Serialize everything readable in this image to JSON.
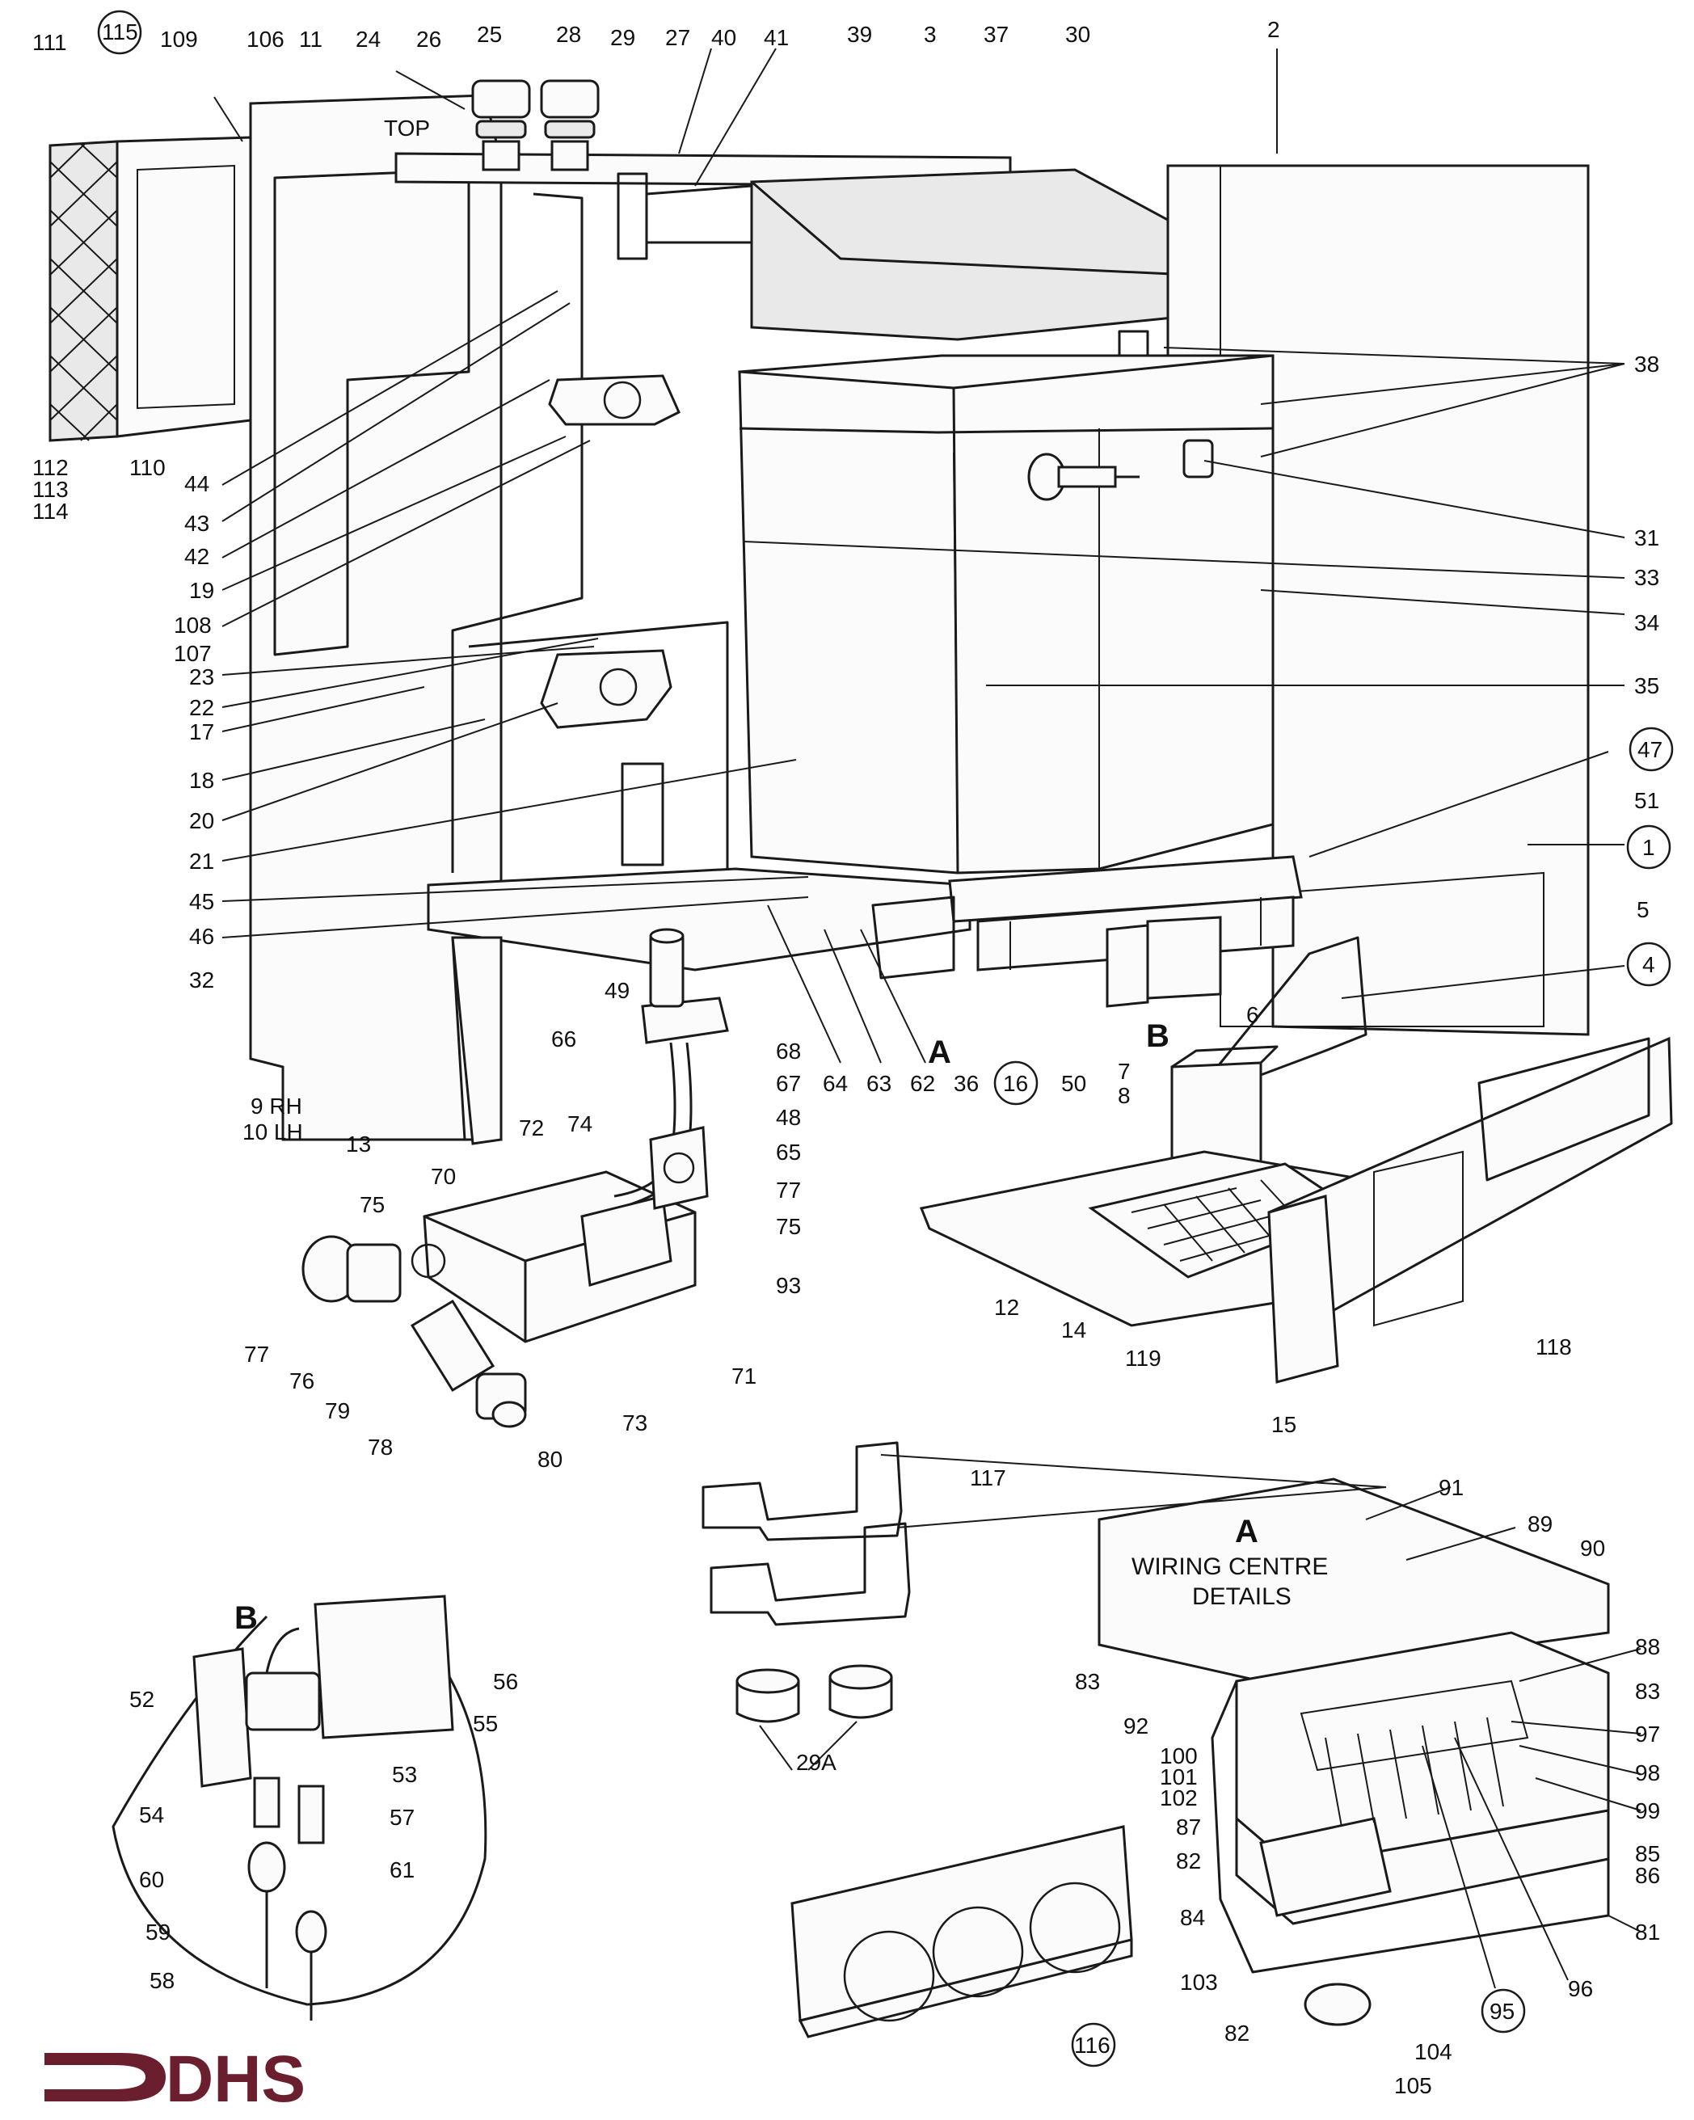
{
  "diagram": {
    "labels": [
      {
        "id": "111",
        "text": "111"
      },
      {
        "id": "115",
        "text": "115",
        "circled": true
      },
      {
        "id": "109",
        "text": "109"
      },
      {
        "id": "106",
        "text": "106"
      },
      {
        "id": "11",
        "text": "11"
      },
      {
        "id": "24",
        "text": "24"
      },
      {
        "id": "26",
        "text": "26"
      },
      {
        "id": "25",
        "text": "25"
      },
      {
        "id": "28",
        "text": "28"
      },
      {
        "id": "29",
        "text": "29"
      },
      {
        "id": "27",
        "text": "27"
      },
      {
        "id": "40",
        "text": "40"
      },
      {
        "id": "41",
        "text": "41"
      },
      {
        "id": "39",
        "text": "39"
      },
      {
        "id": "3",
        "text": "3"
      },
      {
        "id": "37",
        "text": "37"
      },
      {
        "id": "30",
        "text": "30"
      },
      {
        "id": "2",
        "text": "2"
      },
      {
        "id": "38",
        "text": "38"
      },
      {
        "id": "31",
        "text": "31"
      },
      {
        "id": "33",
        "text": "33"
      },
      {
        "id": "34",
        "text": "34"
      },
      {
        "id": "35",
        "text": "35"
      },
      {
        "id": "47",
        "text": "47",
        "circled": true
      },
      {
        "id": "51",
        "text": "51"
      },
      {
        "id": "1",
        "text": "1",
        "circled": true
      },
      {
        "id": "5",
        "text": "5"
      },
      {
        "id": "4",
        "text": "4",
        "circled": true
      },
      {
        "id": "6",
        "text": "6"
      },
      {
        "id": "112",
        "text": "112"
      },
      {
        "id": "113",
        "text": "113"
      },
      {
        "id": "114",
        "text": "114"
      },
      {
        "id": "110",
        "text": "110"
      },
      {
        "id": "44",
        "text": "44"
      },
      {
        "id": "43",
        "text": "43"
      },
      {
        "id": "42",
        "text": "42"
      },
      {
        "id": "19",
        "text": "19"
      },
      {
        "id": "108",
        "text": "108"
      },
      {
        "id": "107",
        "text": "107"
      },
      {
        "id": "23",
        "text": "23"
      },
      {
        "id": "22",
        "text": "22"
      },
      {
        "id": "17",
        "text": "17"
      },
      {
        "id": "18",
        "text": "18"
      },
      {
        "id": "20",
        "text": "20"
      },
      {
        "id": "21",
        "text": "21"
      },
      {
        "id": "45",
        "text": "45"
      },
      {
        "id": "46",
        "text": "46"
      },
      {
        "id": "32",
        "text": "32"
      },
      {
        "id": "49",
        "text": "49"
      },
      {
        "id": "64",
        "text": "64"
      },
      {
        "id": "63",
        "text": "63"
      },
      {
        "id": "62",
        "text": "62"
      },
      {
        "id": "36",
        "text": "36"
      },
      {
        "id": "16",
        "text": "16",
        "circled": true
      },
      {
        "id": "50",
        "text": "50"
      },
      {
        "id": "7",
        "text": "7"
      },
      {
        "id": "8",
        "text": "8"
      },
      {
        "id": "9RH",
        "text": "9 RH"
      },
      {
        "id": "10LH",
        "text": "10 LH"
      },
      {
        "id": "13",
        "text": "13"
      },
      {
        "id": "66",
        "text": "66"
      },
      {
        "id": "68",
        "text": "68"
      },
      {
        "id": "67",
        "text": "67"
      },
      {
        "id": "48",
        "text": "48"
      },
      {
        "id": "65",
        "text": "65"
      },
      {
        "id": "74",
        "text": "74"
      },
      {
        "id": "72",
        "text": "72"
      },
      {
        "id": "70",
        "text": "70"
      },
      {
        "id": "77a",
        "text": "77"
      },
      {
        "id": "75a",
        "text": "75"
      },
      {
        "id": "75b",
        "text": "75"
      },
      {
        "id": "93",
        "text": "93"
      },
      {
        "id": "77b",
        "text": "77"
      },
      {
        "id": "76",
        "text": "76"
      },
      {
        "id": "79",
        "text": "79"
      },
      {
        "id": "78",
        "text": "78"
      },
      {
        "id": "80",
        "text": "80"
      },
      {
        "id": "73",
        "text": "73"
      },
      {
        "id": "71",
        "text": "71"
      },
      {
        "id": "12",
        "text": "12"
      },
      {
        "id": "14",
        "text": "14"
      },
      {
        "id": "119",
        "text": "119"
      },
      {
        "id": "15",
        "text": "15"
      },
      {
        "id": "118",
        "text": "118"
      },
      {
        "id": "117",
        "text": "117"
      },
      {
        "id": "29A",
        "text": "29A"
      },
      {
        "id": "91",
        "text": "91"
      },
      {
        "id": "89",
        "text": "89"
      },
      {
        "id": "90",
        "text": "90"
      },
      {
        "id": "88",
        "text": "88"
      },
      {
        "id": "83a",
        "text": "83"
      },
      {
        "id": "83b",
        "text": "83"
      },
      {
        "id": "92",
        "text": "92"
      },
      {
        "id": "97",
        "text": "97"
      },
      {
        "id": "98",
        "text": "98"
      },
      {
        "id": "99",
        "text": "99"
      },
      {
        "id": "100",
        "text": "100"
      },
      {
        "id": "101",
        "text": "101"
      },
      {
        "id": "102",
        "text": "102"
      },
      {
        "id": "87",
        "text": "87"
      },
      {
        "id": "82a",
        "text": "82"
      },
      {
        "id": "85",
        "text": "85"
      },
      {
        "id": "86",
        "text": "86"
      },
      {
        "id": "84",
        "text": "84"
      },
      {
        "id": "81",
        "text": "81"
      },
      {
        "id": "103",
        "text": "103"
      },
      {
        "id": "96",
        "text": "96"
      },
      {
        "id": "95",
        "text": "95",
        "circled": true
      },
      {
        "id": "82b",
        "text": "82"
      },
      {
        "id": "104",
        "text": "104"
      },
      {
        "id": "105",
        "text": "105"
      },
      {
        "id": "116",
        "text": "116",
        "circled": true
      },
      {
        "id": "52",
        "text": "52"
      },
      {
        "id": "53",
        "text": "53"
      },
      {
        "id": "54",
        "text": "54"
      },
      {
        "id": "57",
        "text": "57"
      },
      {
        "id": "60",
        "text": "60"
      },
      {
        "id": "61",
        "text": "61"
      },
      {
        "id": "59",
        "text": "59"
      },
      {
        "id": "58",
        "text": "58"
      },
      {
        "id": "56",
        "text": "56"
      },
      {
        "id": "55",
        "text": "55"
      }
    ],
    "markers": {
      "a_main": "A",
      "b_main": "B",
      "b_detail": "B",
      "a_detail": "A"
    },
    "captions": {
      "top": "TOP",
      "wiring_line1": "WIRING CENTRE",
      "wiring_line2": "DETAILS"
    },
    "logo": {
      "text": "DHS",
      "color": "#6b1e2e"
    }
  }
}
